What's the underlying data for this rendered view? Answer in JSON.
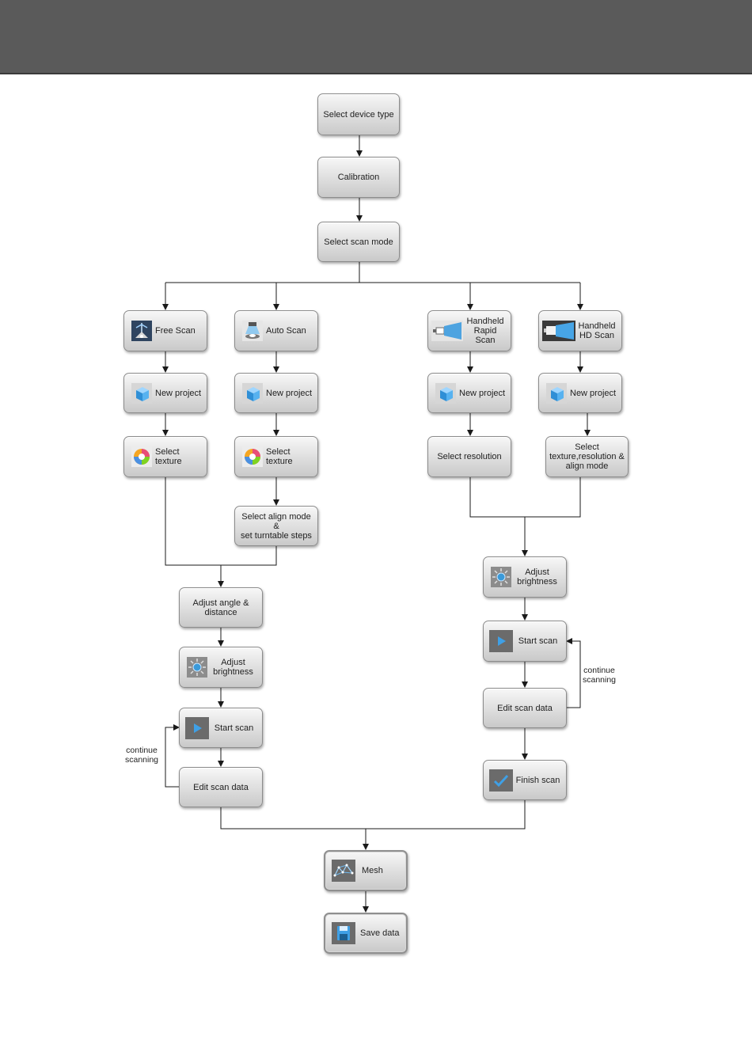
{
  "nodes": {
    "select_device_type": "Select device type",
    "calibration": "Calibration",
    "select_scan_mode": "Select scan mode",
    "free_scan": "Free Scan",
    "auto_scan": "Auto Scan",
    "handheld_rapid_scan": "Handheld\nRapid Scan",
    "handheld_hd_scan": "Handheld\nHD Scan",
    "free_new_project": "New project",
    "auto_new_project": "New project",
    "rapid_new_project": "New project",
    "hd_new_project": "New project",
    "free_select_texture": "Select texture",
    "auto_select_texture": "Select texture",
    "rapid_select_resolution": "Select resolution",
    "hd_select_texture_res_align": "Select\ntexture,resolution &\nalign mode",
    "auto_select_align_turntable": "Select align mode &\nset turntable steps",
    "left_adjust_angle_distance": "Adjust angle &\ndistance",
    "left_adjust_brightness": "Adjust\nbrightness",
    "left_start_scan": "Start scan",
    "left_edit_scan_data": "Edit scan data",
    "right_adjust_brightness": "Adjust\nbrightness",
    "right_start_scan": "Start scan",
    "right_edit_scan_data": "Edit scan data",
    "right_finish_scan": "Finish scan",
    "mesh": "Mesh",
    "save_data": "Save data"
  },
  "loop_labels": {
    "left": "continue\nscanning",
    "right": "continue\nscanning"
  },
  "icons": {
    "free_scan": "free-scan-icon",
    "auto_scan": "auto-scan-icon",
    "handheld_rapid_scan": "handheld-rapid-scan-icon",
    "handheld_hd_scan": "handheld-hd-scan-icon",
    "new_project": "cube-icon",
    "select_texture": "texture-palette-icon",
    "adjust_brightness": "brightness-icon",
    "start_scan": "play-icon",
    "finish_scan": "checkmark-icon",
    "mesh": "mesh-icon",
    "save_data": "floppy-disk-icon"
  },
  "colors": {
    "header_band": "#5a5a5a",
    "node_fill_top": "#f7f7f7",
    "node_fill_bottom": "#c9c9c9",
    "connector": "#1a1a1a",
    "icon_blue": "#3a9ad9"
  }
}
